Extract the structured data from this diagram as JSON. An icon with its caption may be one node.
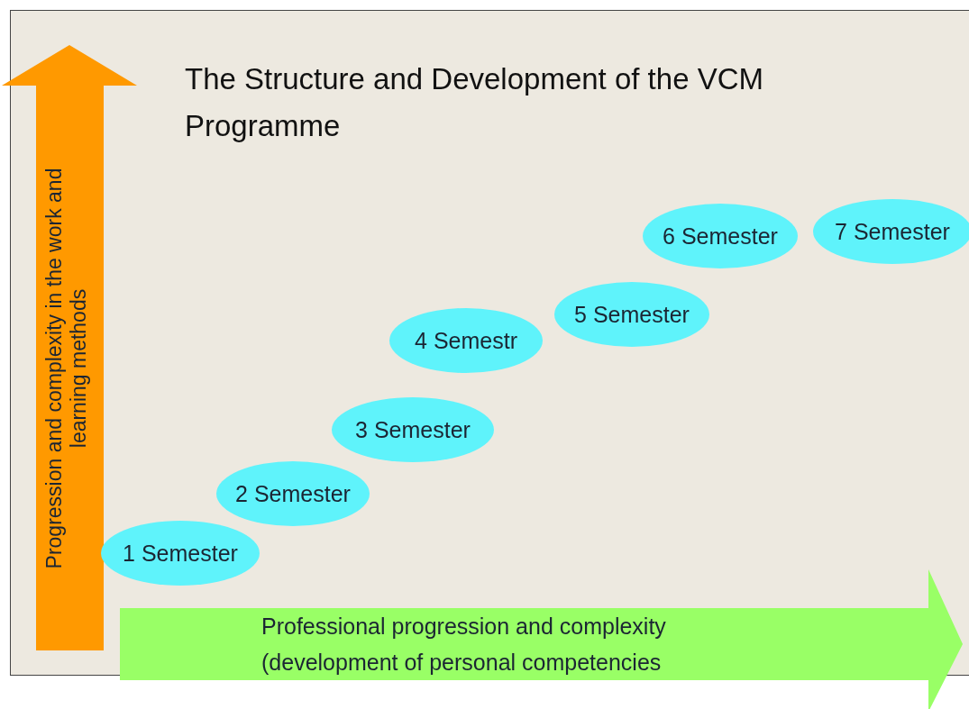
{
  "diagram": {
    "title": "The Structure and Development of the VCM Programme",
    "nodes": [
      {
        "text": [
          "Progression and complexity in the work and learning methods"
        ]
      },
      {
        "text": [
          "1 Semester"
        ]
      },
      {
        "text": [
          "2 Semester"
        ]
      },
      {
        "text": [
          "3 Semester"
        ]
      },
      {
        "text": [
          "4 Semestr"
        ]
      },
      {
        "text": [
          "5 Semester"
        ]
      },
      {
        "text": [
          "6 Semester"
        ]
      },
      {
        "text": [
          "7 Semester"
        ]
      },
      {
        "text": [
          "Professional progression and complexity (development of personal competencies"
        ]
      }
    ]
  }
}
